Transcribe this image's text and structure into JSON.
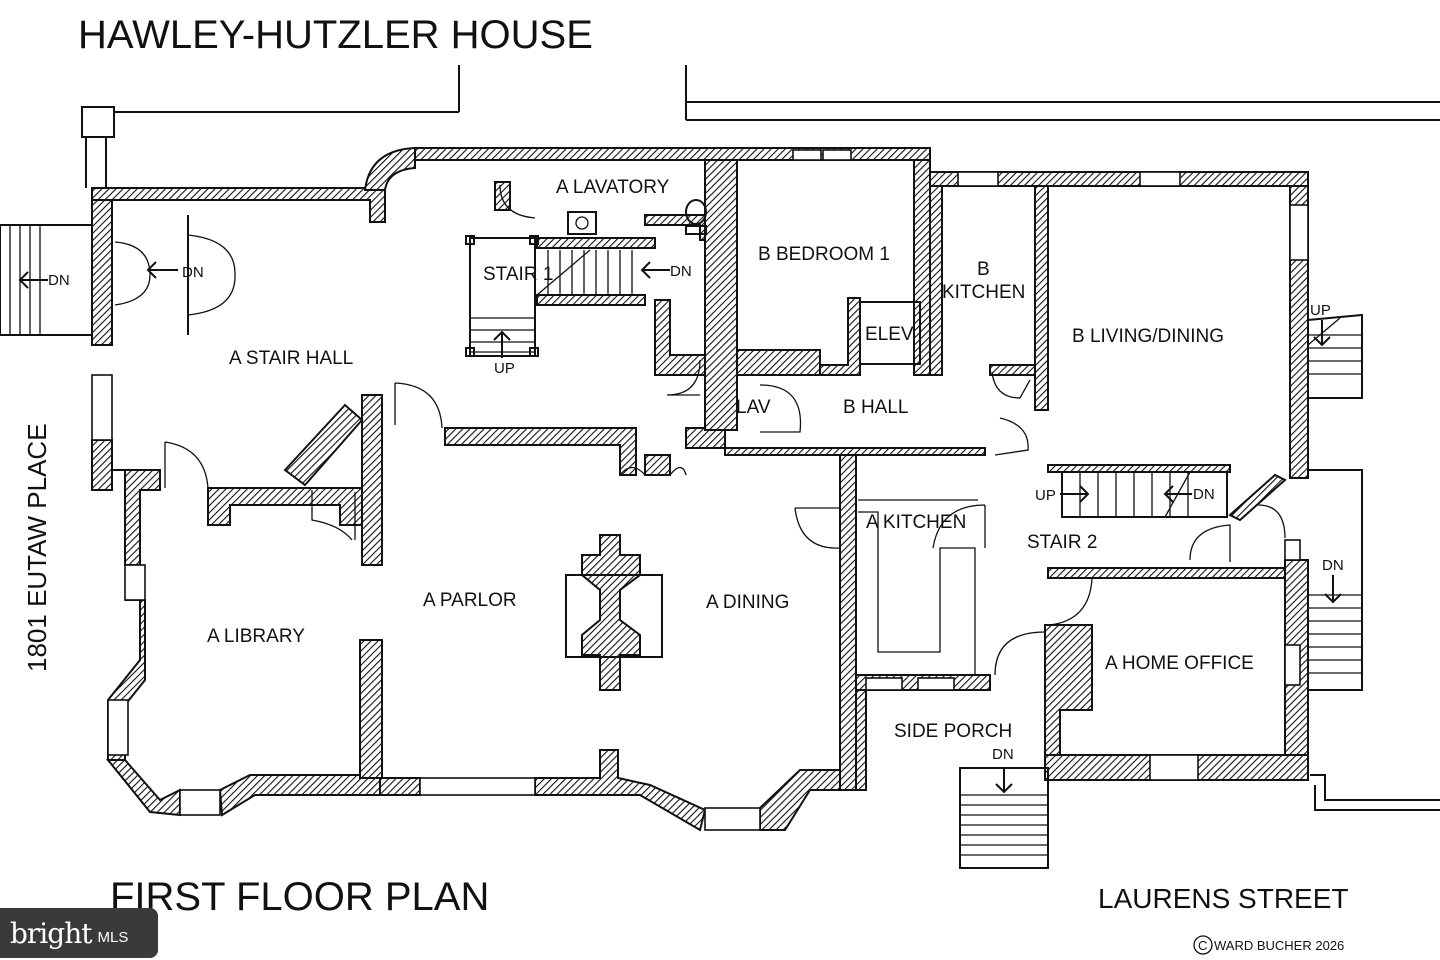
{
  "title": "HAWLEY-HUTZLER HOUSE",
  "plan_label": "FIRST FLOOR PLAN",
  "street_bottom": "LAURENS STREET",
  "street_left": "1801 EUTAW PLACE",
  "copyright": "WARD BUCHER 2026",
  "copyright_symbol": "C",
  "watermark": {
    "brand": "bright",
    "suffix": "MLS"
  },
  "rooms": {
    "a_lavatory": "A LAVATORY",
    "stair_1": "STAIR 1",
    "b_bedroom_1": "B BEDROOM 1",
    "b_kitchen_1": "B",
    "b_kitchen_2": "KITCHEN",
    "b_living_dining": "B LIVING/DINING",
    "elev": "ELEV",
    "a_stair_hall": "A STAIR HALL",
    "lav": "LAV",
    "b_hall": "B HALL",
    "a_kitchen": "A KITCHEN",
    "stair_2": "STAIR 2",
    "a_parlor": "A PARLOR",
    "a_dining": "A DINING",
    "a_library": "A LIBRARY",
    "a_home_office": "A HOME OFFICE",
    "side_porch": "SIDE PORCH"
  },
  "stair_marks": {
    "dn": "DN",
    "up": "UP"
  }
}
